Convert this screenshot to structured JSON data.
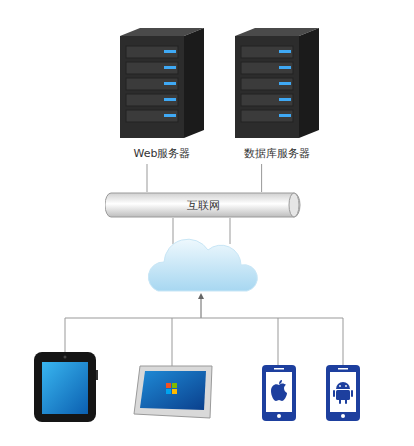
{
  "diagram": {
    "nodes": [
      {
        "text": [
          "Web服务器"
        ]
      },
      {
        "text": [
          "数据库服务器"
        ]
      },
      {
        "text": [
          "互联网"
        ]
      }
    ],
    "edges": [
      {
        "from": 0,
        "to": 2,
        "arrow": "none"
      },
      {
        "from": 1,
        "to": 2,
        "arrow": "none"
      }
    ]
  }
}
